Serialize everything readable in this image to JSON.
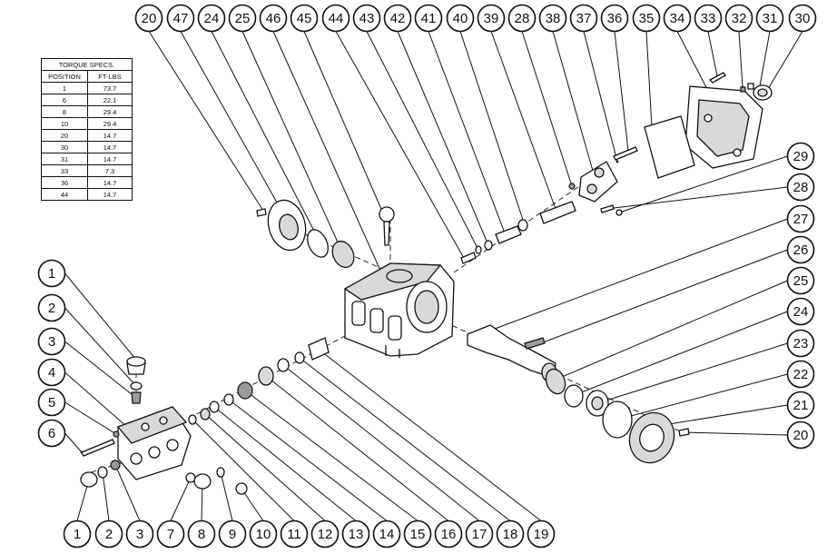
{
  "torque_table": {
    "title": "TORQUE SPECS.",
    "col_position": "POSITION",
    "col_ftlbs": "FT-LBS",
    "rows": [
      {
        "position": "1",
        "ftlbs": "73.7"
      },
      {
        "position": "6",
        "ftlbs": "22.1"
      },
      {
        "position": "8",
        "ftlbs": "29.4"
      },
      {
        "position": "10",
        "ftlbs": "29.4"
      },
      {
        "position": "20",
        "ftlbs": "14.7"
      },
      {
        "position": "30",
        "ftlbs": "14.7"
      },
      {
        "position": "31",
        "ftlbs": "14.7"
      },
      {
        "position": "33",
        "ftlbs": "7.3"
      },
      {
        "position": "36",
        "ftlbs": "14.7"
      },
      {
        "position": "44",
        "ftlbs": "14.7"
      }
    ]
  },
  "callouts": {
    "top": [
      "20",
      "47",
      "24",
      "25",
      "46",
      "45",
      "44",
      "43",
      "42",
      "41",
      "40",
      "39",
      "28",
      "38",
      "37",
      "36",
      "35",
      "34",
      "33",
      "32",
      "31",
      "30"
    ],
    "left": [
      "1",
      "2",
      "3",
      "4",
      "5",
      "6"
    ],
    "bottom": [
      "1",
      "2",
      "3",
      "7",
      "8",
      "9",
      "10",
      "11",
      "12",
      "13",
      "14",
      "15",
      "16",
      "17",
      "18",
      "19"
    ],
    "right": [
      "29",
      "28",
      "27",
      "26",
      "25",
      "24",
      "23",
      "22",
      "21",
      "20"
    ]
  }
}
